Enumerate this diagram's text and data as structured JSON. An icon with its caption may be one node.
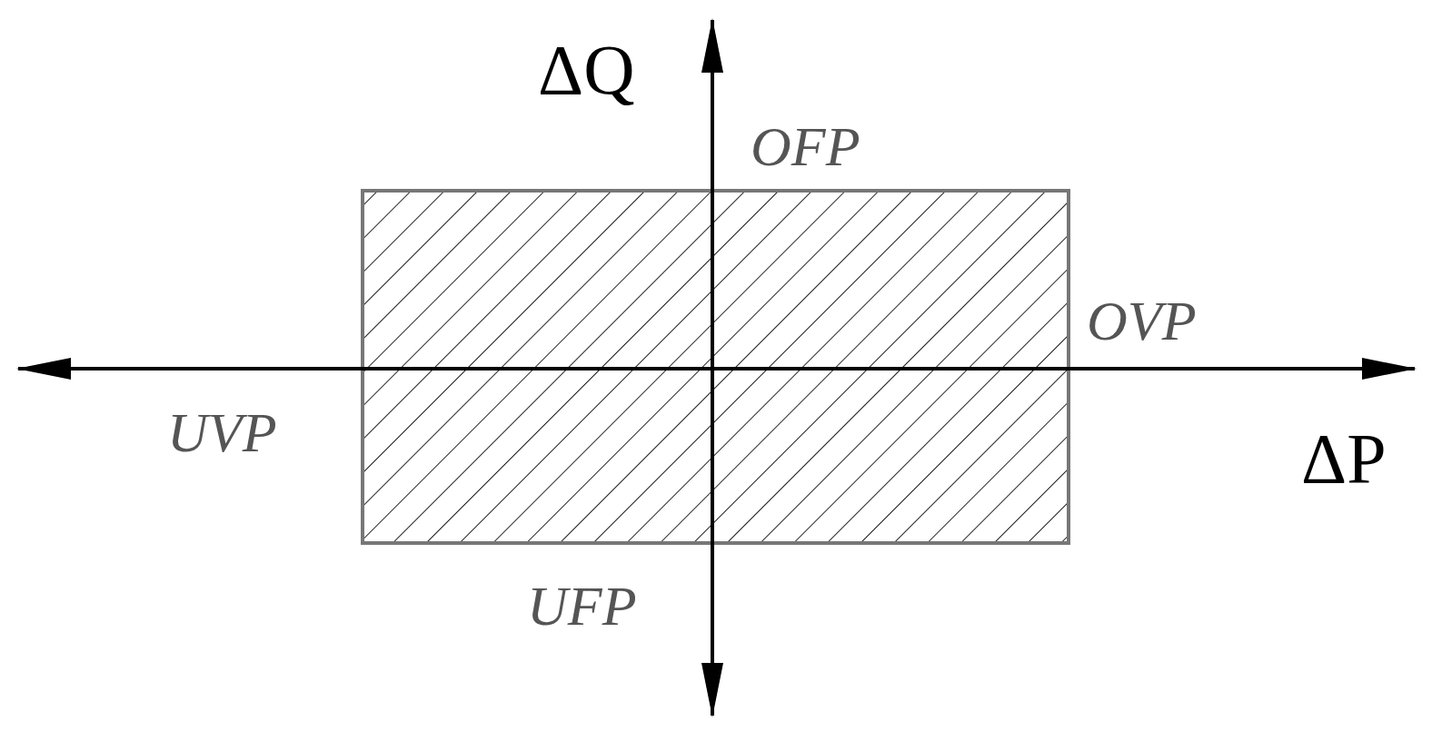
{
  "diagram": {
    "labels": [
      "ΔQ",
      "OFP",
      "OVP",
      "UVP",
      "ΔP",
      "UFP"
    ]
  }
}
